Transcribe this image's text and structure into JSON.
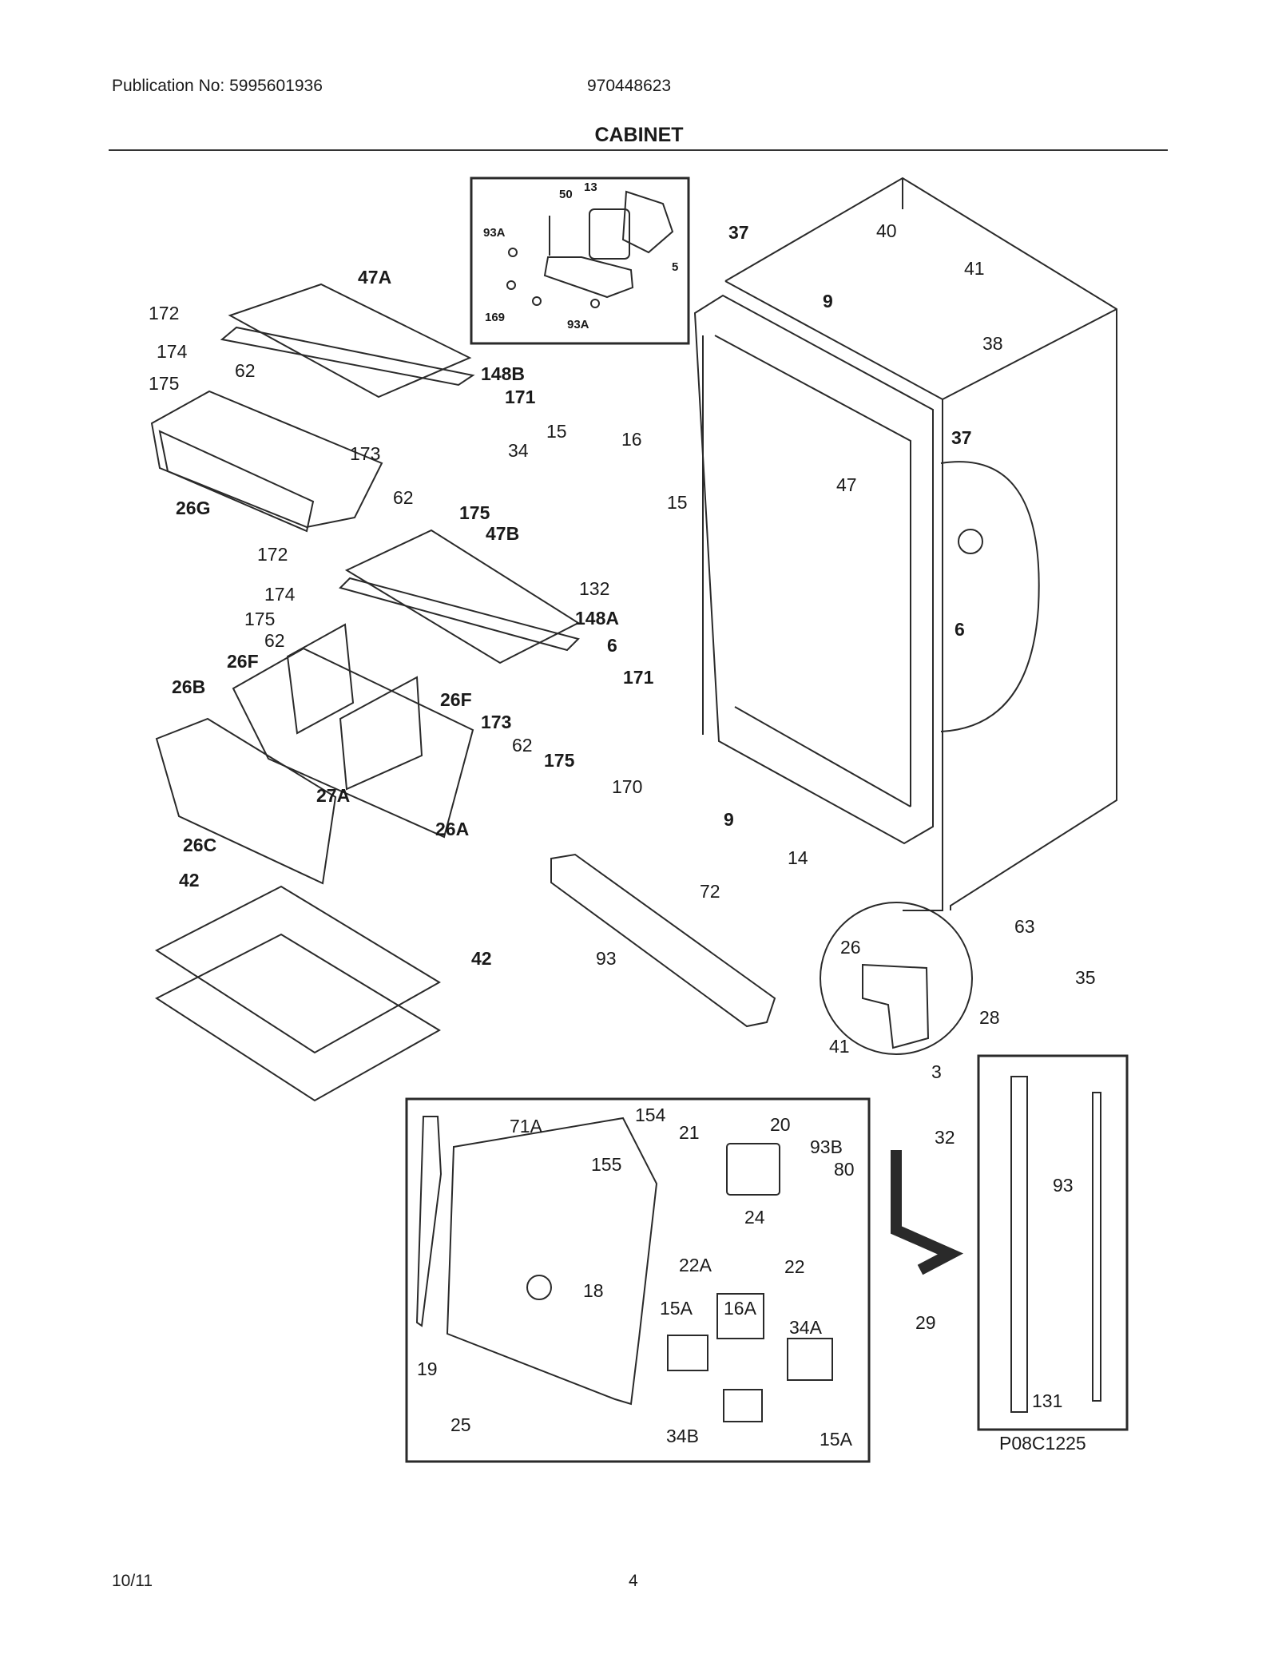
{
  "header": {
    "publication": "Publication No: 5995601936",
    "model": "970448623",
    "title": "CABINET"
  },
  "footer": {
    "date": "10/11",
    "page": "4"
  },
  "diagram_code": "P08C1225",
  "callouts": {
    "c13": "13",
    "c50": "50",
    "c93A_a": "93A",
    "c5": "5",
    "c169": "169",
    "c93A_b": "93A",
    "c37_a": "37",
    "c40": "40",
    "c41_a": "41",
    "c9_a": "9",
    "c38": "38",
    "c37_b": "37",
    "c47A": "47A",
    "c172_a": "172",
    "c174_a": "174",
    "c175_a": "175",
    "c62_a": "62",
    "c148B": "148B",
    "c171_a": "171",
    "c173_a": "173",
    "c62_b": "62",
    "c175_b": "175",
    "c26G": "26G",
    "c15_a": "15",
    "c16": "16",
    "c34": "34",
    "c15_b": "15",
    "c47": "47",
    "c47B": "47B",
    "c132": "132",
    "c148A": "148A",
    "c172_b": "172",
    "c174_b": "174",
    "c175_c": "175",
    "c62_c": "62",
    "c26F_a": "26F",
    "c26B": "26B",
    "c26F_b": "26F",
    "c6_a": "6",
    "c6_b": "6",
    "c171_b": "171",
    "c173_b": "173",
    "c62_d": "62",
    "c175_d": "175",
    "c170": "170",
    "c9_b": "9",
    "c27A": "27A",
    "c26A": "26A",
    "c26C": "26C",
    "c14": "14",
    "c72": "72",
    "c42_a": "42",
    "c42_b": "42",
    "c63": "63",
    "c26": "26",
    "c93_a": "93",
    "c35": "35",
    "c28": "28",
    "c41_b": "41",
    "c3": "3",
    "c32": "32",
    "c154": "154",
    "c71A": "71A",
    "c21": "21",
    "c20": "20",
    "c93B": "93B",
    "c80": "80",
    "c155": "155",
    "c24": "24",
    "c22A": "22A",
    "c22": "22",
    "c18": "18",
    "c15A_a": "15A",
    "c16A": "16A",
    "c34A": "34A",
    "c19": "19",
    "c25": "25",
    "c34B": "34B",
    "c15A_b": "15A",
    "c29": "29",
    "c93_b": "93",
    "c131": "131"
  }
}
